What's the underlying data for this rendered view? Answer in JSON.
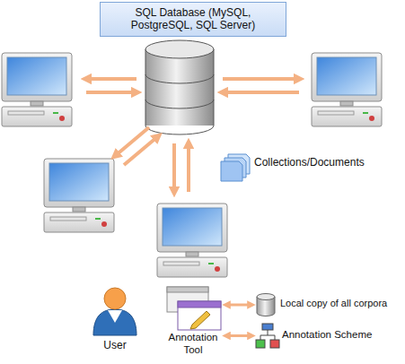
{
  "diagram": {
    "nodes": [
      {
        "text": [
          "SQL Database (MySQL, PostgreSQL, SQL Server)"
        ]
      },
      {
        "text": [
          "Collections/Documents"
        ]
      },
      {
        "text": [
          "User"
        ]
      },
      {
        "text": [
          "Annotation Tool"
        ]
      },
      {
        "text": [
          "Local copy of all corpora"
        ]
      },
      {
        "text": [
          "Annotation Scheme"
        ]
      }
    ],
    "edges": [
      {
        "from": 3,
        "to": 4,
        "arrow": "both"
      },
      {
        "from": 3,
        "to": 5,
        "arrow": "both"
      }
    ]
  }
}
